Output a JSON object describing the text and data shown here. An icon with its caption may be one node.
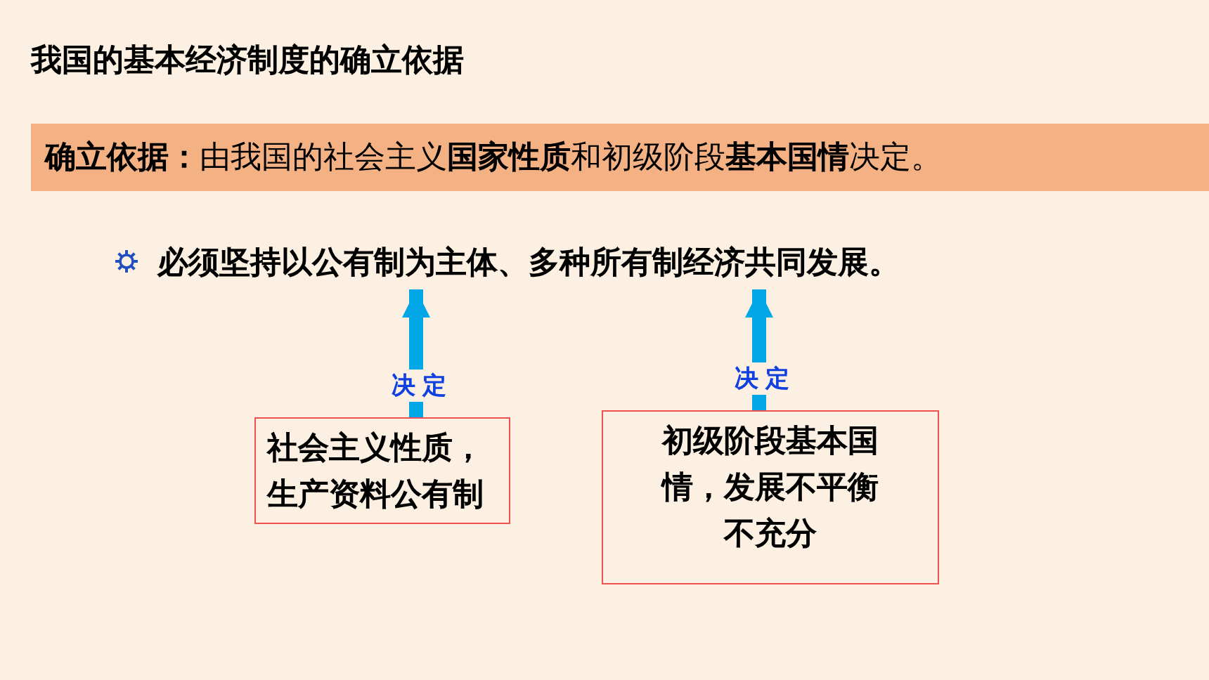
{
  "diagram": {
    "title": "**我国的基本经济制度的**确立依据",
    "nodes": [
      {
        "text": [
          "**确立依据：**由我国的社会主义**国家性质**和初级阶段**基本国情**决定。"
        ]
      },
      {
        "text": [
          "必须坚持**以公有制为主体**、**多种所有制经济**共同发展。"
        ]
      },
      {
        "text": [
          "社会主义**性质，生产资料公有制**"
        ]
      },
      {
        "text": [
          "初级阶段**基本国情，发展不平衡不充分**"
        ]
      }
    ],
    "edges": [
      {
        "from": 2,
        "to": 1,
        "arrow": "to",
        "label": "决 定"
      },
      {
        "from": 3,
        "to": 1,
        "arrow": "to",
        "label": "决 定"
      }
    ]
  }
}
